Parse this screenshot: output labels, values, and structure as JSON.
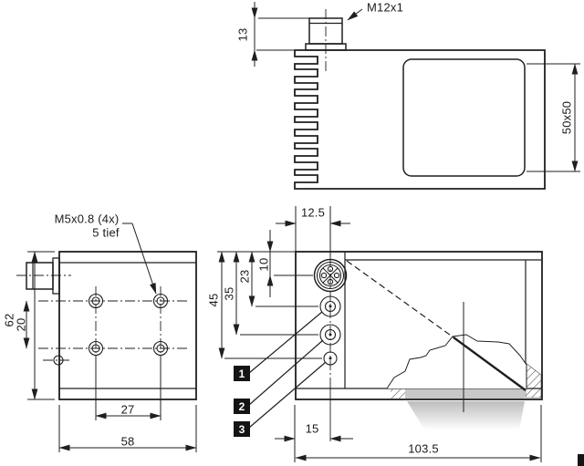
{
  "drawing": {
    "labels": {
      "m12_thread": "M12x1",
      "mount_thread_line1": "M5x0.8 (4x)",
      "mount_thread_line2": "5 tief"
    },
    "dimensions": {
      "connector_height": "13",
      "face_size": "50x50",
      "rear_height": "62",
      "hole_spacing_v": "20",
      "hole_spacing_h": "27",
      "rear_width": "58",
      "connector_offset_top": "12.5",
      "axis_10": "10",
      "axis_23": "23",
      "axis_35": "35",
      "axis_45": "45",
      "axis_offset_front": "15",
      "housing_length": "103.5"
    },
    "callouts": [
      {
        "number": "1"
      },
      {
        "number": "2"
      },
      {
        "number": "3"
      }
    ],
    "colors": {
      "line": "#1f1f1f",
      "gray_fill": "#c8c8c8",
      "callout_bg": "#141414",
      "callout_fg": "#ffffff"
    }
  }
}
